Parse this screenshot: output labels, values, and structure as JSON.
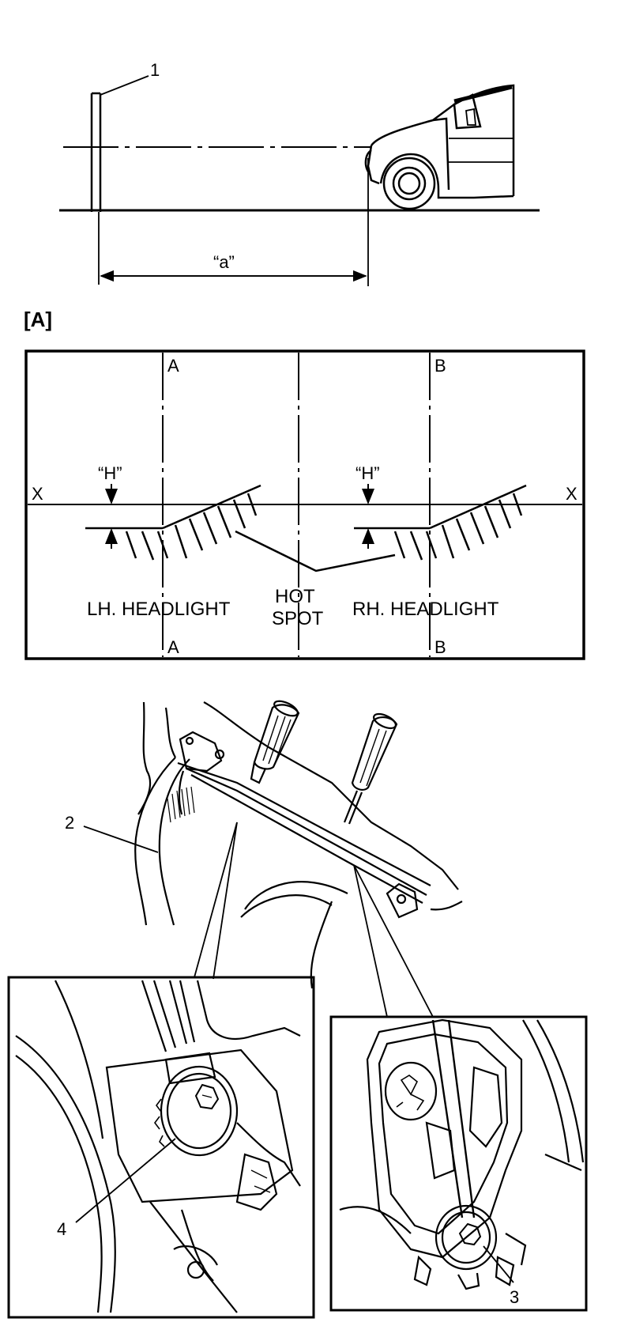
{
  "top_diagram": {
    "callout_1": "1",
    "distance_label": "“a”"
  },
  "section_label": "[A]",
  "screen_diagram": {
    "axis_a_top": "A",
    "axis_a_bottom": "A",
    "axis_b_top": "B",
    "axis_b_bottom": "B",
    "x_left": "X",
    "x_right": "X",
    "h_left": "“H”",
    "h_right": "“H”",
    "lh_label": "LH. HEADLIGHT",
    "rh_label": "RH. HEADLIGHT",
    "hot_spot_line1": "HOT",
    "hot_spot_line2": "SPOT"
  },
  "bottom_diagram": {
    "callout_2": "2",
    "callout_3": "3",
    "callout_4": "4"
  }
}
